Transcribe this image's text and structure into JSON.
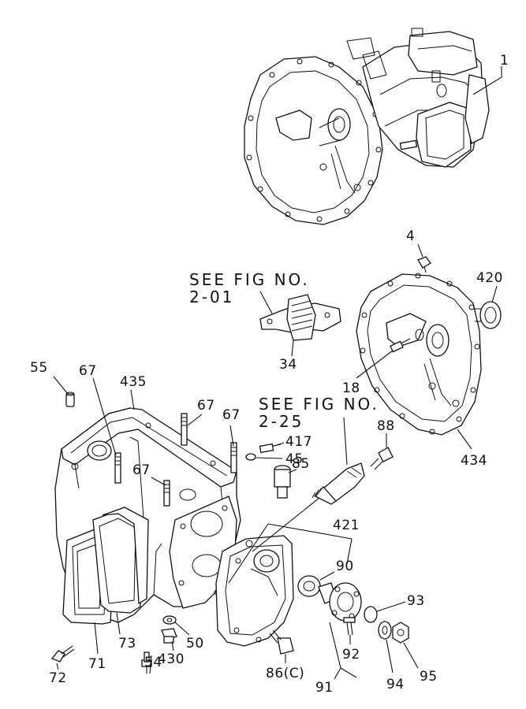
{
  "references": {
    "fig_201_line1": "SEE FIG NO.",
    "fig_201_line2": "2-01",
    "fig_225_line1": "SEE FIG NO.",
    "fig_225_line2": "2-25"
  },
  "callouts": {
    "c1": "1",
    "c4": "4",
    "c420": "420",
    "c34": "34",
    "c18": "18",
    "c434": "434",
    "c55": "55",
    "c67a": "67",
    "c435": "435",
    "c67b": "67",
    "c67c": "67",
    "c67d": "67",
    "c417": "417",
    "c45": "45",
    "c85": "85",
    "c88": "88",
    "c421": "421",
    "c90": "90",
    "c93": "93",
    "c72": "72",
    "c71": "71",
    "c73": "73",
    "c54": "54",
    "c50": "50",
    "c430": "430",
    "c86": "86(C)",
    "c92": "92",
    "c94": "94",
    "c95": "95",
    "c91": "91"
  }
}
